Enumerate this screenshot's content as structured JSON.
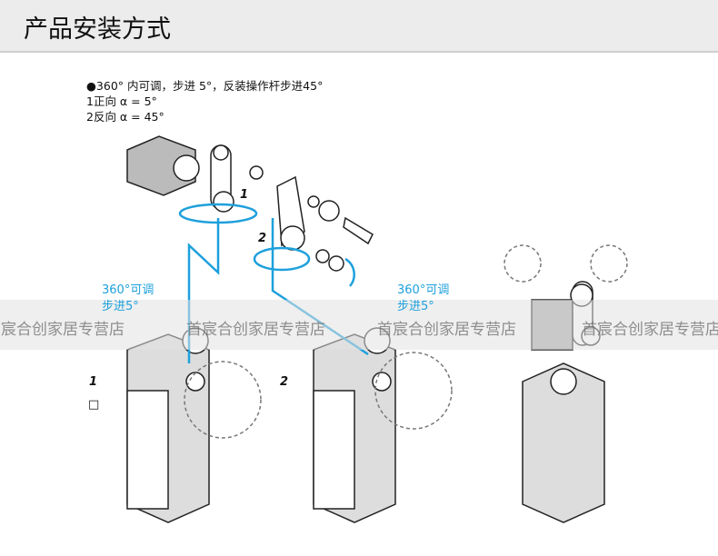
{
  "header": {
    "title": "产品安装方式"
  },
  "notes": [
    "●360° 内可调，步进 5°，反装操作杆步进45°",
    "1正向 α = 5°",
    "2反向 α = 45°"
  ],
  "callouts": {
    "left": [
      "360°可调",
      "步进5°"
    ],
    "right": [
      "360°可调",
      "步进5°"
    ]
  },
  "labels": {
    "one": "1",
    "two": "2",
    "small_box": "□"
  },
  "watermark": "首宸合创家居专营店",
  "colors": {
    "accent": "#1ea0dc"
  }
}
